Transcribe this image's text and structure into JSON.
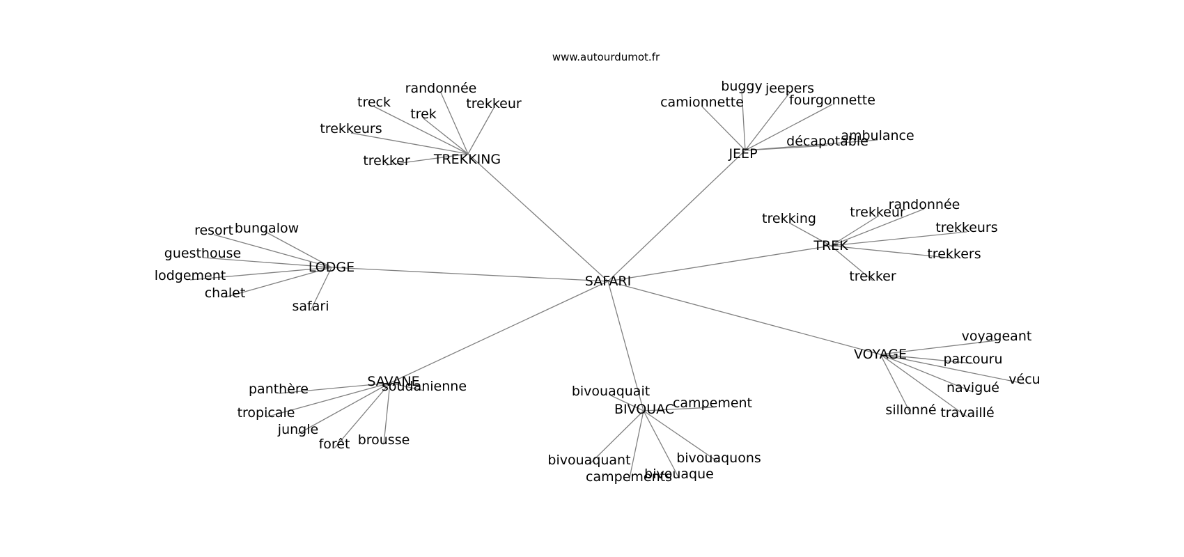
{
  "source": "www.autourdumot.fr",
  "graph": {
    "center": "SAFARI",
    "clusters": [
      {
        "hub": "TREKKING",
        "words": [
          "randonnée",
          "treck",
          "trekkeur",
          "trek",
          "trekkeurs",
          "trekker"
        ]
      },
      {
        "hub": "JEEP",
        "words": [
          "buggy",
          "jeepers",
          "camionnette",
          "fourgonnette",
          "ambulance",
          "décapotable"
        ]
      },
      {
        "hub": "LODGE",
        "words": [
          "resort",
          "bungalow",
          "guesthouse",
          "lodgement",
          "chalet",
          "safari"
        ]
      },
      {
        "hub": "TREK",
        "words": [
          "randonnée",
          "trekkeur",
          "trekking",
          "trekkeurs",
          "trekkers",
          "trekker"
        ]
      },
      {
        "hub": "VOYAGE",
        "words": [
          "voyageant",
          "parcouru",
          "vécu",
          "navigué",
          "sillonné",
          "travaillé"
        ]
      },
      {
        "hub": "SAVANE",
        "words": [
          "soudanienne",
          "panthère",
          "tropicale",
          "jungle",
          "forêt",
          "brousse"
        ]
      },
      {
        "hub": "BIVOUAC",
        "words": [
          "bivouaquait",
          "campement",
          "bivouaquons",
          "bivouaquant",
          "bivouaque",
          "campements"
        ]
      }
    ]
  }
}
